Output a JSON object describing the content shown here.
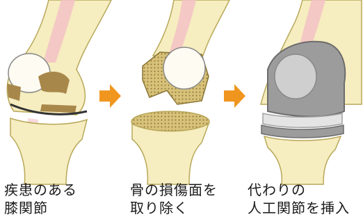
{
  "steps": [
    {
      "lines": [
        "疾患のある",
        "膝関節"
      ]
    },
    {
      "lines": [
        "骨の損傷面を",
        "取り除く"
      ]
    },
    {
      "lines": [
        "代わりの",
        "人工関節を挿入"
      ]
    }
  ],
  "arrows": 2,
  "colors": {
    "bone": "#f6edc0",
    "bone_outline": "#b8a85a",
    "arrow": "#f0961e",
    "damage": "#a8884a",
    "implant_metal": "#9c9c9c",
    "implant_plastic": "#d8d8d8",
    "ligament": "#f3c1c4"
  }
}
